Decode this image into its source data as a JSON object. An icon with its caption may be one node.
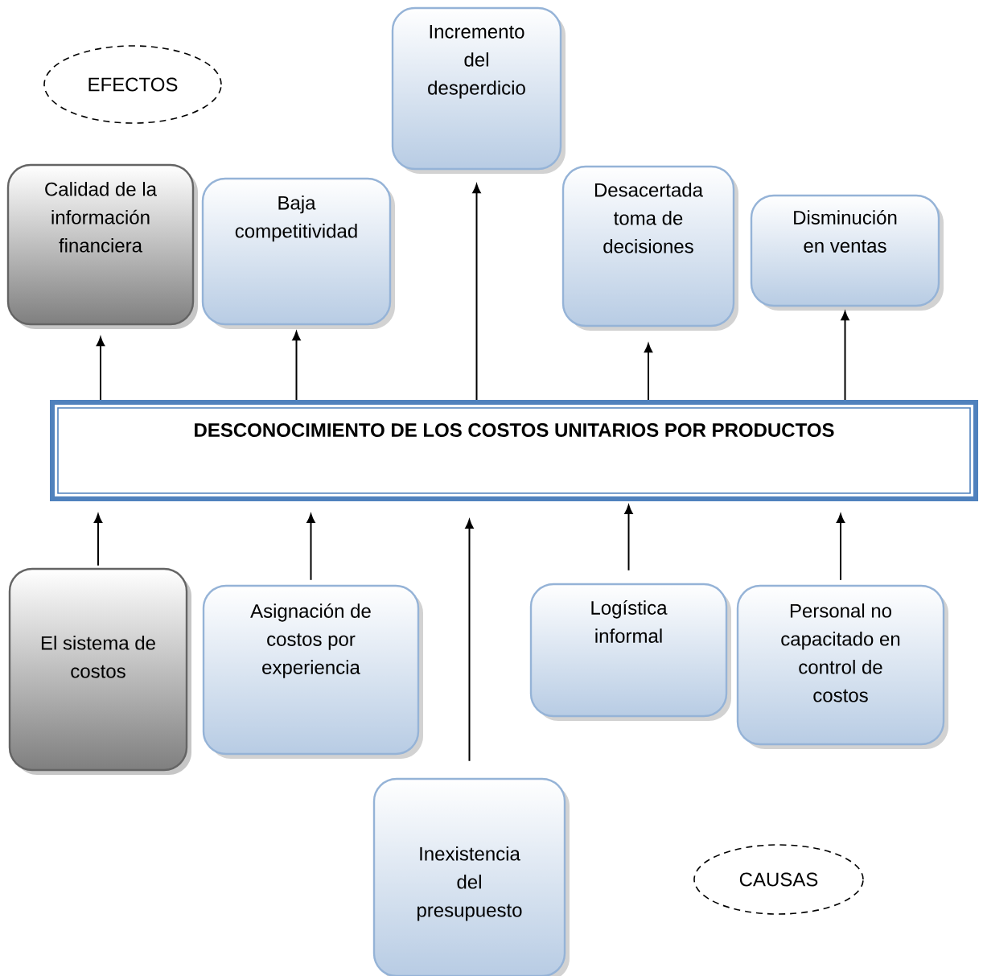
{
  "diagram": {
    "nodes": [
      {
        "text": [
          "EFECTOS"
        ]
      },
      {
        "text": [
          "Calidad de la información financiera"
        ]
      },
      {
        "text": [
          "Baja competitividad"
        ]
      },
      {
        "text": [
          "Incremento del desperdicio"
        ]
      },
      {
        "text": [
          "Desacertada toma de decisiones"
        ]
      },
      {
        "text": [
          "Disminución en ventas"
        ]
      },
      {
        "text": [
          "DESCONOCIMIENTO DE LOS COSTOS UNITARIOS POR PRODUCTOS"
        ]
      },
      {
        "text": [
          "El sistema de costos"
        ]
      },
      {
        "text": [
          "Asignación de costos por experiencia"
        ]
      },
      {
        "text": [
          "Inexistencia del presupuesto"
        ]
      },
      {
        "text": [
          "Logística informal"
        ]
      },
      {
        "text": [
          "Personal no capacitado en control de costos"
        ]
      },
      {
        "text": [
          "CAUSAS"
        ]
      }
    ],
    "edges": [
      {
        "from": 6,
        "to": 1,
        "arrow": "to"
      },
      {
        "from": 6,
        "to": 2,
        "arrow": "to"
      },
      {
        "from": 6,
        "to": 3,
        "arrow": "to"
      },
      {
        "from": 6,
        "to": 4,
        "arrow": "to"
      },
      {
        "from": 6,
        "to": 5,
        "arrow": "to"
      },
      {
        "from": 7,
        "to": 6,
        "arrow": "to"
      },
      {
        "from": 8,
        "to": 6,
        "arrow": "to"
      },
      {
        "from": 9,
        "to": 6,
        "arrow": "to"
      },
      {
        "from": 10,
        "to": 6,
        "arrow": "to"
      },
      {
        "from": 11,
        "to": 6,
        "arrow": "to"
      }
    ]
  }
}
